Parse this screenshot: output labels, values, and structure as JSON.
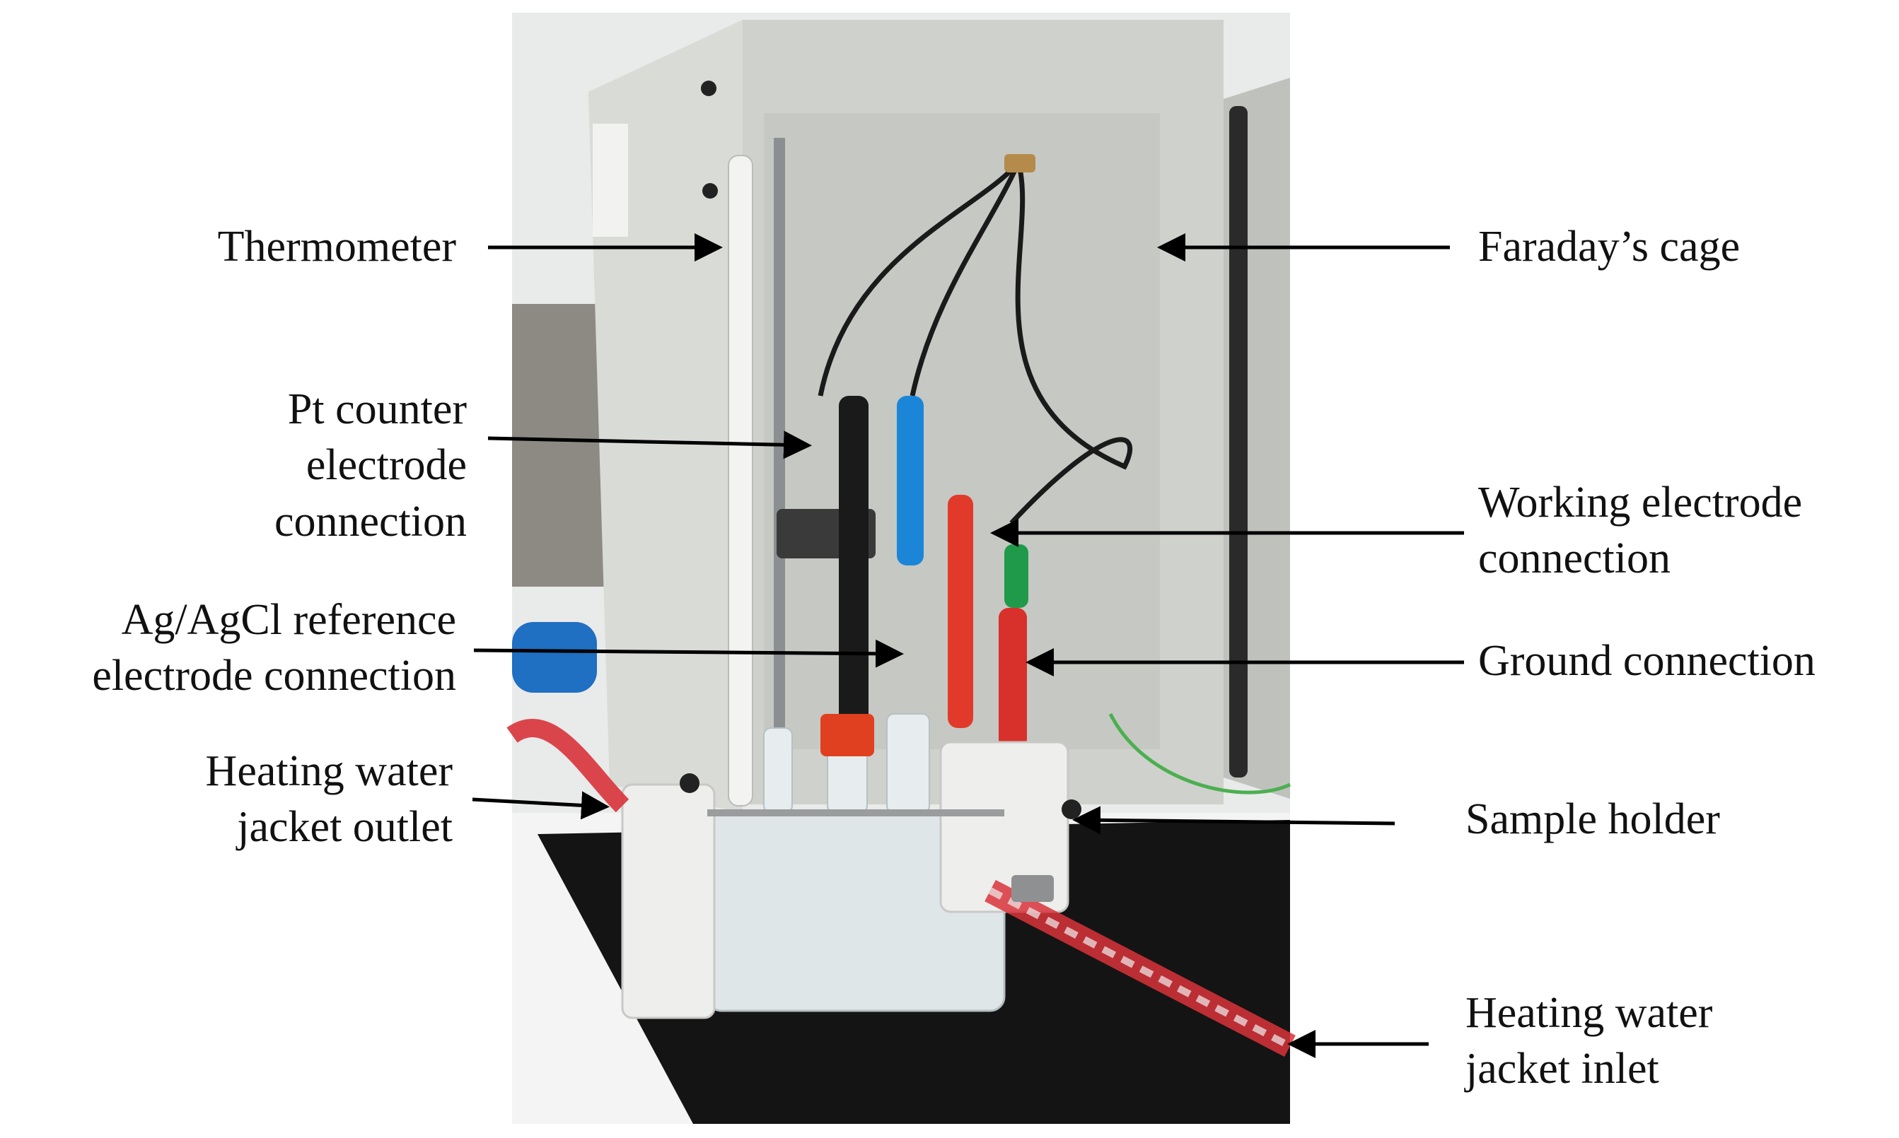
{
  "figure": {
    "labels": {
      "thermometer": "Thermometer",
      "faraday_cage": "Faraday’s cage",
      "pt_counter": [
        "Pt counter",
        "electrode",
        "connection"
      ],
      "working_electrode": [
        "Working electrode",
        "connection"
      ],
      "ag_agcl_reference": [
        "Ag/AgCl reference",
        "electrode connection"
      ],
      "ground_connection": "Ground connection",
      "heating_outlet": [
        "Heating water",
        "jacket outlet"
      ],
      "sample_holder": "Sample holder",
      "heating_inlet": [
        "Heating water",
        "jacket inlet"
      ]
    },
    "colors": {
      "cabinet": "#d9dbd6",
      "cabinet_inner": "#c9ccc7",
      "table_black": "#141414",
      "lead_black": "#1a1a1a",
      "lead_blue": "#1b86d8",
      "lead_red": "#e23a2a",
      "lead_green": "#1f9a4a",
      "cap_orange": "#e0401f",
      "teflon_white": "#eeeeec",
      "hose_red": "#d8333a",
      "hose_blue": "#1f6fc2",
      "arrow": "#000000"
    }
  }
}
